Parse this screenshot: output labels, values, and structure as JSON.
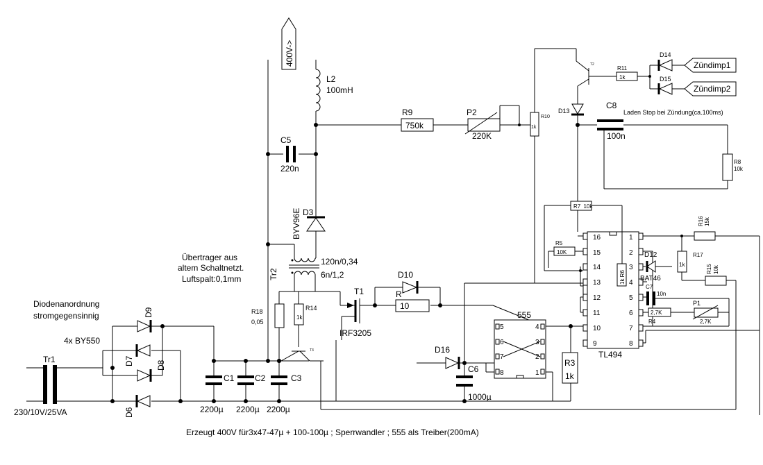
{
  "caption": "Erzeugt 400V für3x47-47µ + 100-100µ ; Sperrwandler ; 555 als Treiber(200mA)",
  "supply": {
    "name": "Tr1",
    "rating": "230/10V/25VA"
  },
  "rectifier": {
    "note1": "Diodenanordnung",
    "note2": "stromgegensinnig",
    "parts": "4x BY550",
    "diodes": [
      "D9",
      "D7",
      "D8",
      "D6"
    ]
  },
  "bulk_caps": [
    {
      "name": "C1",
      "value": "2200µ"
    },
    {
      "name": "C2",
      "value": "2200µ"
    },
    {
      "name": "C3",
      "value": "2200µ"
    }
  ],
  "output": {
    "label": "400V->"
  },
  "inductor": {
    "name": "L2",
    "value": "100mH"
  },
  "c5": {
    "name": "C5",
    "value": "220n"
  },
  "d3": {
    "name": "D3",
    "type": "BYV96E"
  },
  "transformer": {
    "name": "Tr2",
    "note1": "Übertrager aus",
    "note2": "altem Schaltnetzt.",
    "note3": "Luftspalt:0,1mm",
    "primary": "6n/1,2",
    "secondary": "120n/0,34"
  },
  "r18": {
    "name": "R18",
    "value": "0,05"
  },
  "r14": {
    "name": "R14",
    "value": "1k"
  },
  "t3": "T3",
  "mosfet": {
    "name": "T1",
    "type": "IRF3205"
  },
  "d10": "D10",
  "gate_resistor": {
    "name": "R",
    "value": "10"
  },
  "d16": "D16",
  "c6": {
    "name": "C6",
    "value": "1000µ"
  },
  "timer": {
    "name": "555",
    "pins_left": [
      "5",
      "6",
      "7",
      "8"
    ],
    "pins_right": [
      "4",
      "3",
      "2",
      "1"
    ]
  },
  "r3": {
    "name": "R3",
    "value": "1k"
  },
  "r9": {
    "name": "R9",
    "value": "750k"
  },
  "p2": {
    "name": "P2",
    "value": "220K"
  },
  "r10": {
    "name": "R10",
    "value": "1k"
  },
  "t2": "T2",
  "d13": "D13",
  "c8": {
    "name": "C8",
    "value": "100n"
  },
  "c8_note": "Laden Stop bei Zündung(ca.100ms)",
  "r11": {
    "name": "R11",
    "value": "1k"
  },
  "d14": "D14",
  "d15": "D15",
  "ignition": [
    "Zündimp1",
    "Zündimp2"
  ],
  "r8": {
    "name": "R8",
    "value": "10k"
  },
  "r7": {
    "name": "R7",
    "value": "10k"
  },
  "controller": {
    "name": "TL494",
    "pins_left": [
      "16",
      "15",
      "14",
      "13",
      "12",
      "11",
      "10",
      "9"
    ],
    "pins_right": [
      "1",
      "2",
      "3",
      "4",
      "5",
      "6",
      "7",
      "8"
    ]
  },
  "r5": {
    "name": "R5",
    "value": "10K"
  },
  "r6": "1k R6",
  "d12": {
    "name": "D12",
    "type": "BAT46"
  },
  "r16": {
    "name": "R16",
    "value": "15k"
  },
  "r17": {
    "name": "R17",
    "value": "1k"
  },
  "r15": {
    "name": "R15",
    "value": "10k"
  },
  "c7": {
    "name": "C7",
    "value": "10n"
  },
  "r4": {
    "name": "R4",
    "value": "2,7K"
  },
  "p1": {
    "name": "P1",
    "value": "2,7K"
  }
}
